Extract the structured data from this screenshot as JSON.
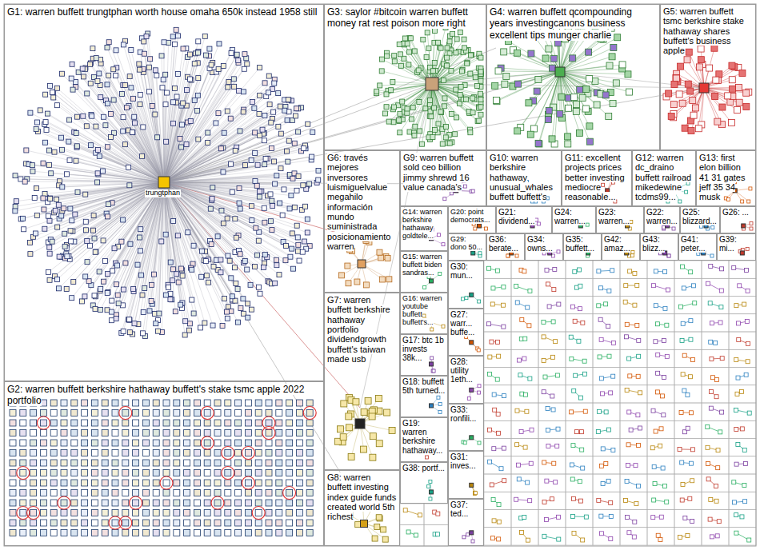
{
  "diagram": {
    "nodes": [
      {
        "text": [
          "G1: warren buffett trungtphan worth house omaha 650k instead 1958 still"
        ]
      },
      {
        "text": [
          "G2: warren buffett berkshire hathaway buffett's stake tsmc apple 2022 portfolio"
        ]
      },
      {
        "text": [
          "G3: saylor #bitcoin warren buffett money rat rest poison more right"
        ]
      },
      {
        "text": [
          "G4: warren buffett qcompounding years investingcanons business excellent tips munger charlie"
        ]
      },
      {
        "text": [
          "G5: warren buffett tsmc berkshire stake hathaway shares buffett's business apple"
        ]
      },
      {
        "text": [
          "G6: través mejores inversores luismiguelvalue megahilo información mundo suministrada posicionamiento warren"
        ]
      },
      {
        "text": [
          "G7: warren buffett berkshire hathaway portfolio dividendgrowth buffett's taiwan made usb"
        ]
      },
      {
        "text": [
          "G8: warren buffett investing index guide funds created world 5th richest"
        ]
      },
      {
        "text": [
          "G9: warren buffett sold ceo billion jimmy shrewd 16 value canada's"
        ]
      },
      {
        "text": [
          "G10: warren berkshire hathaway unusual_whales buffett buffett's"
        ]
      },
      {
        "text": [
          "G11: excellent projects prices better investing mediocre reasonable..."
        ]
      },
      {
        "text": [
          "G12: warren dc_draino buffett railroad mikedewine tcdms99..."
        ]
      },
      {
        "text": [
          "G13: first elon billion 41 31 gates jeff 35 34 musk"
        ]
      },
      {
        "text": [
          "G14: warren berkshire hathaway goldtele..."
        ]
      },
      {
        "text": [
          "G15: warren buffett biden sandras..."
        ]
      },
      {
        "text": [
          "G16: warren youtube buffett buffett's..."
        ]
      },
      {
        "text": [
          "G17: btc 1b invests 38k..."
        ]
      },
      {
        "text": [
          "G18: buffett 5th turned..."
        ]
      },
      {
        "text": [
          "G19: warren berkshire hathaway..."
        ]
      },
      {
        "text": [
          "G38: portf..."
        ]
      },
      {
        "text": [
          "G20: point democrats..."
        ]
      },
      {
        "text": [
          "G21: dividend..."
        ]
      },
      {
        "text": [
          "G24: warren..."
        ]
      },
      {
        "text": [
          "G23: warren..."
        ]
      },
      {
        "text": [
          "G22: warren..."
        ]
      },
      {
        "text": [
          "G25: blizzard..."
        ]
      },
      {
        "text": [
          "G26: ..."
        ]
      },
      {
        "text": [
          "G29: dono 50..."
        ]
      },
      {
        "text": [
          "G36: berate..."
        ]
      },
      {
        "text": [
          "G34: owns..."
        ]
      },
      {
        "text": [
          "G35: buffett..."
        ]
      },
      {
        "text": [
          "G42: amaz..."
        ]
      },
      {
        "text": [
          "G43: blizz..."
        ]
      },
      {
        "text": [
          "G41: peter..."
        ]
      },
      {
        "text": [
          "G39: mi..."
        ]
      },
      {
        "text": [
          "G30: mun..."
        ]
      },
      {
        "text": [
          "G27: warr... buffe..."
        ]
      },
      {
        "text": [
          "G28: utility 1eth..."
        ]
      },
      {
        "text": [
          "G33: ronfili..."
        ]
      },
      {
        "text": [
          "G31: inves..."
        ]
      },
      {
        "text": [
          "G37: ted..."
        ]
      }
    ],
    "labels": [
      "trungtphan"
    ]
  }
}
